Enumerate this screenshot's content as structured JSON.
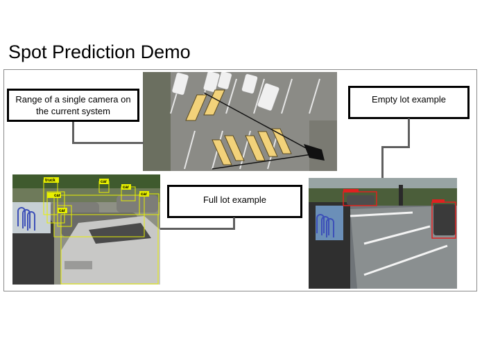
{
  "slide": {
    "title": "Spot Prediction Demo"
  },
  "callouts": {
    "camera_range": "Range of a single camera on the current system",
    "empty_lot": "Empty lot example",
    "full_lot": "Full lot example"
  },
  "full_lot_detections": {
    "truck": "truck",
    "car": "car"
  },
  "colors": {
    "detection_box": "#e8f000",
    "empty_lot_box": "#e02020",
    "connector": "#5f5f5f",
    "spot_highlight": "#f2d27a"
  }
}
